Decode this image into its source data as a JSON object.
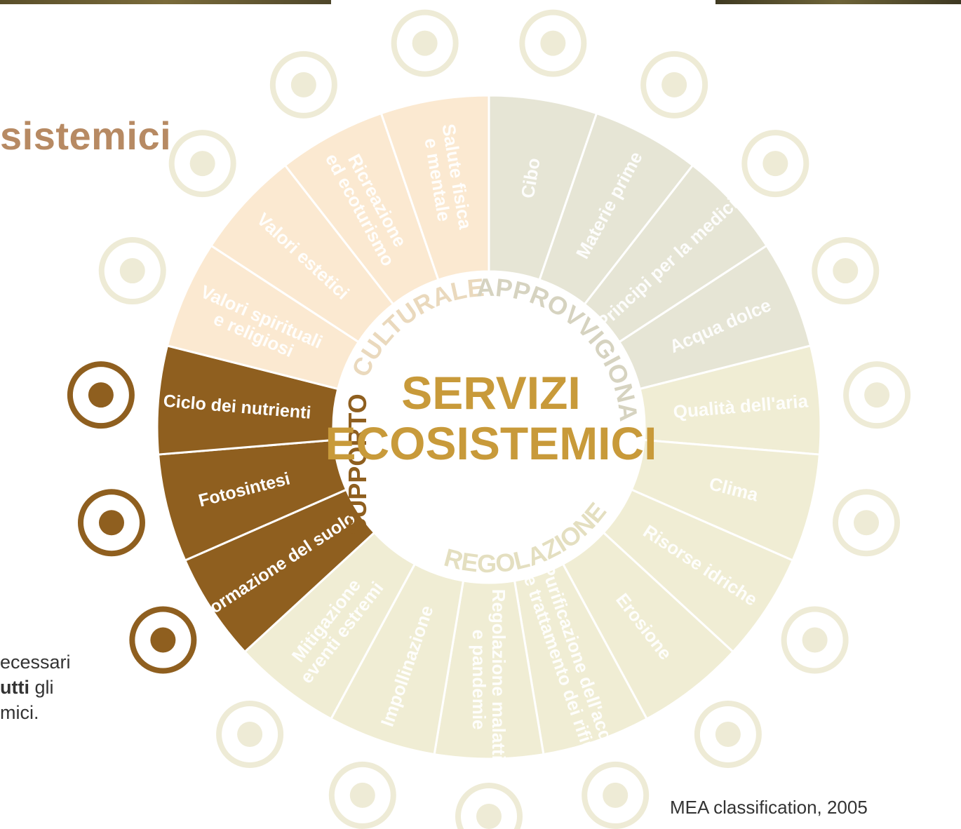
{
  "colors": {
    "cultural": "#fbe9d1",
    "provisioning": "#e6e5d5",
    "regulating": "#f0edd4",
    "supporting": "#8f5f1f",
    "divider": "#ffffff",
    "center_text": "#c89a3a",
    "icon_light": "#eeebd6",
    "icon_dark": "#8f5f1f",
    "title": "#b78a63"
  },
  "slide": {
    "title_partial": "sistemici",
    "body_line1": "ecessari",
    "body_line2_bold": "utti",
    "body_line2_rest": " gli",
    "body_line3": "mici.",
    "caption": "MEA classification, 2005"
  },
  "wheel": {
    "center_title_line1": "SERVIZI",
    "center_title_line2": "ECOSISTEMICI",
    "categories": {
      "cultural": "CULTURALE",
      "provisioning": "APPROVVIGIONAMENTO",
      "regulating": "REGOLAZIONE",
      "supporting": "SUPPORTO"
    },
    "segments": [
      {
        "category": "provisioning",
        "lines": [
          "Cibo"
        ],
        "icon": "rice-bowl-icon"
      },
      {
        "category": "provisioning",
        "lines": [
          "Materie prime"
        ],
        "icon": "raw-materials-icon"
      },
      {
        "category": "provisioning",
        "lines": [
          "Principi per la medicina"
        ],
        "icon": "pill-icon"
      },
      {
        "category": "provisioning",
        "lines": [
          "Acqua dolce"
        ],
        "icon": "water-tap-icon"
      },
      {
        "category": "regulating",
        "lines": [
          "Qualità dell'aria"
        ],
        "icon": "trees-icon"
      },
      {
        "category": "regulating",
        "lines": [
          "Clima"
        ],
        "icon": "weather-icon"
      },
      {
        "category": "regulating",
        "lines": [
          "Risorse idriche"
        ],
        "icon": "water-cycle-icon"
      },
      {
        "category": "regulating",
        "lines": [
          "Erosione"
        ],
        "icon": "landslide-icon"
      },
      {
        "category": "regulating",
        "lines": [
          "Purificazione dell'acqua",
          "e trattamento dei rifiuti"
        ],
        "icon": "water-purification-icon"
      },
      {
        "category": "regulating",
        "lines": [
          "Regolazione malattie",
          "e pandemie"
        ],
        "icon": "bird-icon"
      },
      {
        "category": "regulating",
        "lines": [
          "Impollinazione"
        ],
        "icon": "bee-icon"
      },
      {
        "category": "regulating",
        "lines": [
          "Mitigazione",
          "eventi estremi"
        ],
        "icon": "storm-icon"
      },
      {
        "category": "supporting",
        "lines": [
          "Formazione del suolo"
        ],
        "icon": "soil-layers-icon"
      },
      {
        "category": "supporting",
        "lines": [
          "Fotosintesi"
        ],
        "icon": "leaf-icon"
      },
      {
        "category": "supporting",
        "lines": [
          "Ciclo dei nutrienti"
        ],
        "icon": "nutrient-cycle-icon"
      },
      {
        "category": "cultural",
        "lines": [
          "Valori spirituali",
          "e religiosi"
        ],
        "icon": "hamsa-hand-icon"
      },
      {
        "category": "cultural",
        "lines": [
          "Valori estetici"
        ],
        "icon": "landscape-icon"
      },
      {
        "category": "cultural",
        "lines": [
          "Ricreazione",
          "ed ecoturismo"
        ],
        "icon": "beach-umbrella-icon"
      },
      {
        "category": "cultural",
        "lines": [
          "Salute fisica",
          "e mentale"
        ],
        "icon": "wellbeing-person-icon"
      }
    ]
  }
}
